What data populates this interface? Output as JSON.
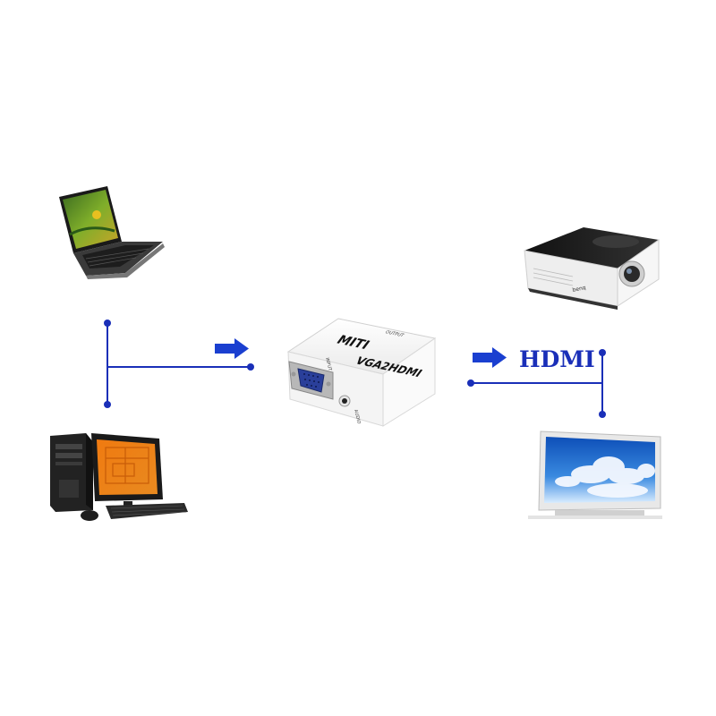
{
  "labels": {
    "hdmi": "HDMI",
    "brand": "MITI",
    "model": "VGA2HDMI",
    "input": "INPUT",
    "audio": "AUDIO",
    "output": "OUTPUT",
    "projector_brand": "benq"
  },
  "colors": {
    "line": "#1a2fb8",
    "arrow": "#1a3fd0",
    "hdmi_text": "#1a2fb8"
  },
  "icons": {
    "laptop": "laptop-icon",
    "desktop": "desktop-computer-icon",
    "converter": "vga-to-hdmi-converter-icon",
    "projector": "projector-icon",
    "monitor": "hdmi-monitor-icon"
  }
}
